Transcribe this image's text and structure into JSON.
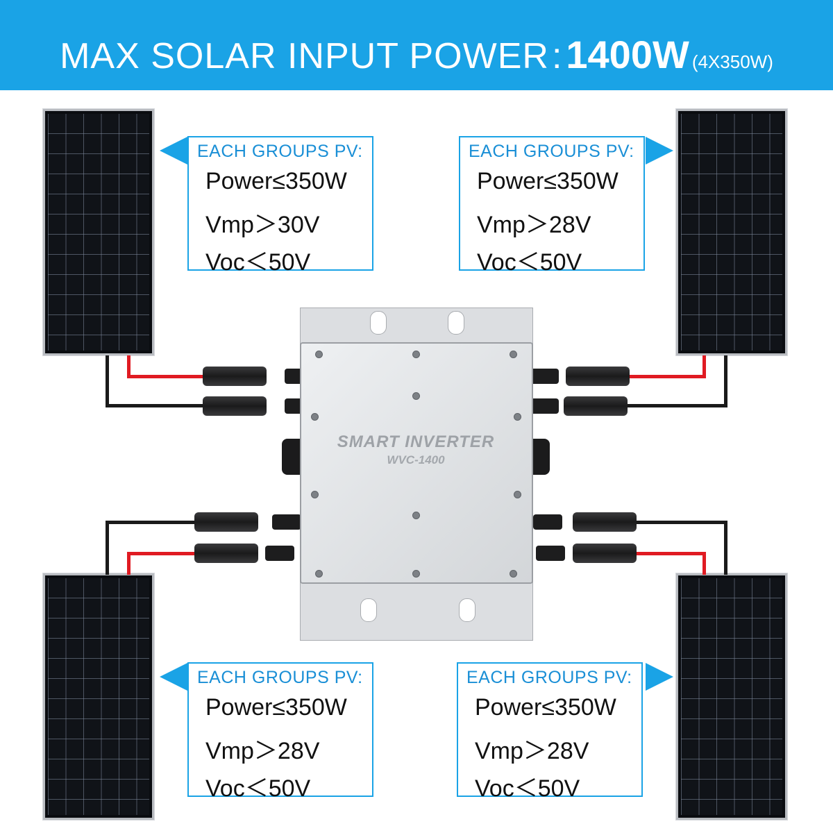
{
  "banner": {
    "title": "MAX SOLAR INPUT POWER",
    "separator": ":",
    "power": "1400W",
    "detail": "(4X350W)"
  },
  "inverter": {
    "title": "SMART  INVERTER",
    "model": "WVC-1400"
  },
  "spec_boxes": [
    {
      "heading": "EACH GROUPS PV:",
      "power": "Power≤350W",
      "vmp": "Vmp＞30V",
      "voc": "Voc＜50V"
    },
    {
      "heading": "EACH GROUPS PV:",
      "power": "Power≤350W",
      "vmp": "Vmp＞28V",
      "voc": "Voc＜50V"
    },
    {
      "heading": "EACH GROUPS PV:",
      "power": "Power≤350W",
      "vmp": "Vmp＞28V",
      "voc": "Voc＜50V"
    },
    {
      "heading": "EACH GROUPS PV:",
      "power": "Power≤350W",
      "vmp": "Vmp＞28V",
      "voc": "Voc＜50V"
    }
  ],
  "colors": {
    "accent": "#1aa3e6",
    "positive_wire": "#e01b22",
    "negative_wire": "#1a1a1a"
  }
}
